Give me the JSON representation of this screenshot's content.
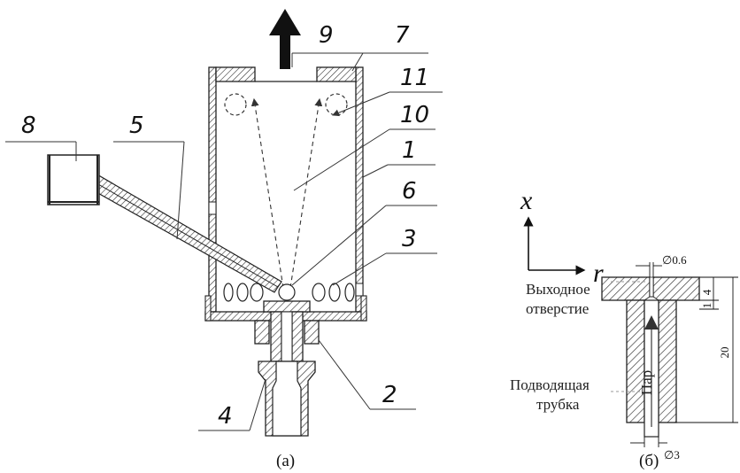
{
  "labels_a": {
    "n1": "1",
    "n2": "2",
    "n3": "3",
    "n4": "4",
    "n5": "5",
    "n6": "6",
    "n7": "7",
    "n8": "8",
    "n9": "9",
    "n10": "10",
    "n11": "11"
  },
  "labels_b": {
    "axis_x": "x",
    "axis_r": "r",
    "outlet_line1": "Выходное",
    "outlet_line2": "отверстие",
    "supply_line1": "Подводящая",
    "supply_line2": "трубка",
    "steam": "Пар",
    "dim_hole": "∅0.6",
    "dim_base": "∅3",
    "dim_top": "4",
    "dim_small": "1",
    "dim_total": "20"
  },
  "captions": {
    "a": "(а)",
    "b": "(б)"
  }
}
